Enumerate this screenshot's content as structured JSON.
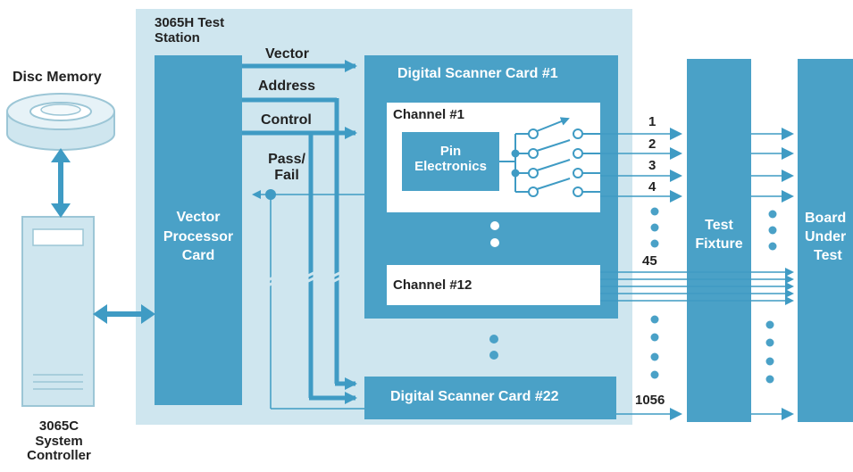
{
  "colors": {
    "station_bg": "#cfe6ef",
    "block": "#4aa1c7",
    "white_panel": "#ffffff",
    "line": "#3f9bc4",
    "text_dark": "#222222",
    "text_light": "#ffffff"
  },
  "labels": {
    "station": [
      "3065H Test",
      "Station"
    ],
    "disc_memory": "Disc Memory",
    "system_controller": [
      "3065C",
      "System",
      "Controller"
    ],
    "vector": "Vector",
    "address": "Address",
    "control": "Control",
    "pass_fail": [
      "Pass/",
      "Fail"
    ],
    "vector_processor": [
      "Vector",
      "Processor",
      "Card"
    ],
    "scanner_1": "Digital Scanner Card #1",
    "channel_1": "Channel #1",
    "pin_electronics": [
      "Pin",
      "Electronics"
    ],
    "channel_12": "Channel #12",
    "scanner_22": "Digital Scanner Card #22",
    "test_fixture": [
      "Test",
      "Fixture"
    ],
    "board_under_test": [
      "Board",
      "Under",
      "Test"
    ],
    "pins": [
      "1",
      "2",
      "3",
      "4"
    ],
    "pin_45": "45",
    "pin_1056": "1056"
  }
}
